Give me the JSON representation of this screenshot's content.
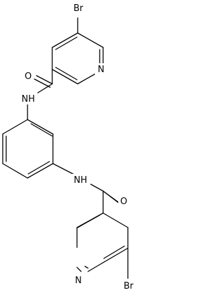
{
  "molecule": {
    "atoms": {
      "br_top": "Br",
      "n_top_ring": "N",
      "o_top": "O",
      "nh_top": "NH",
      "nh_bottom": "NH",
      "o_bottom": "O",
      "n_bottom_ring": "N",
      "br_bottom": "Br"
    }
  }
}
